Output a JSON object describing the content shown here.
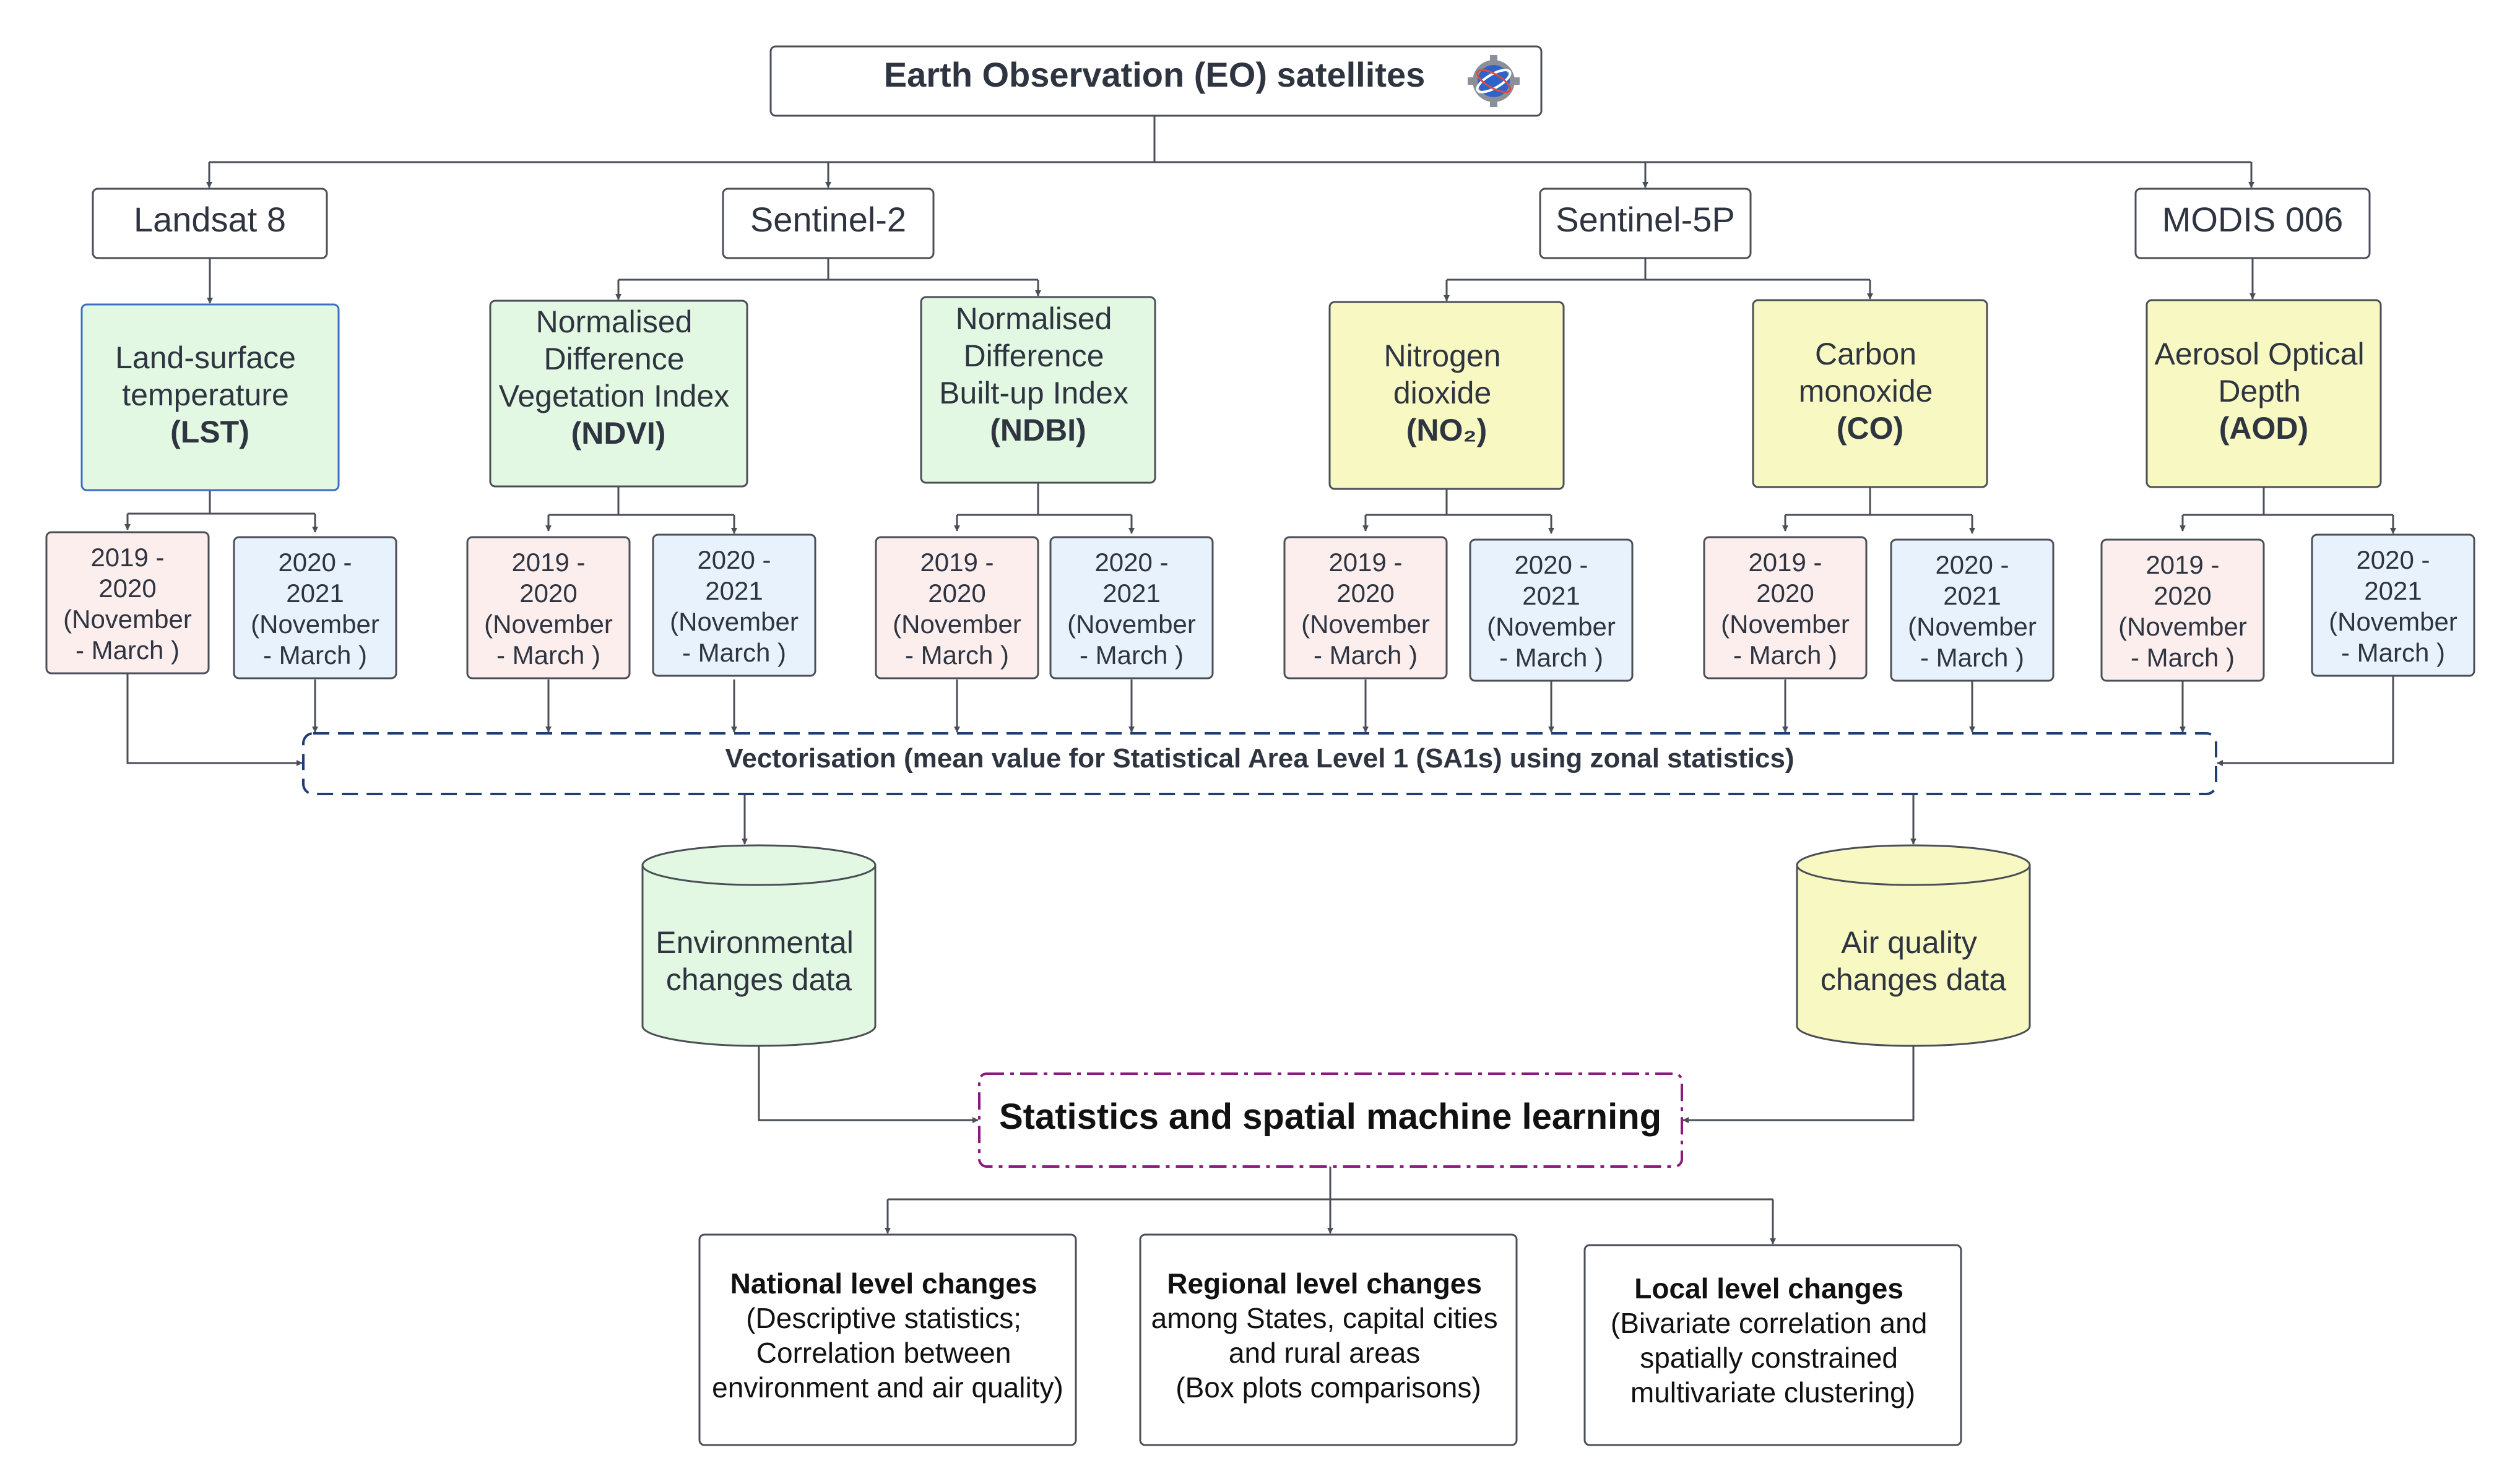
{
  "title": {
    "text": "Earth Observation (EO) satellites",
    "icon": "satellite-icon"
  },
  "satellites": [
    {
      "label": "Landsat 8"
    },
    {
      "label": "Sentinel-2"
    },
    {
      "label": "Sentinel-5P"
    },
    {
      "label": "MODIS 006"
    }
  ],
  "indices": [
    {
      "lines": [
        "Land-surface",
        "temperature"
      ],
      "abbr": "(LST)"
    },
    {
      "lines": [
        "Normalised",
        "Difference",
        "Vegetation Index"
      ],
      "abbr": "(NDVI)"
    },
    {
      "lines": [
        "Normalised",
        "Difference",
        "Built-up Index"
      ],
      "abbr": "(NDBI)"
    },
    {
      "lines": [
        "Nitrogen",
        "dioxide"
      ],
      "abbr": "(NO₂)"
    },
    {
      "lines": [
        "Carbon",
        "monoxide"
      ],
      "abbr": "(CO)"
    },
    {
      "lines": [
        "Aerosol Optical",
        "Depth"
      ],
      "abbr": "(AOD)"
    }
  ],
  "periods": {
    "p2019": [
      "2019 -",
      "2020",
      "(November",
      "- March )"
    ],
    "p2020": [
      "2020 -",
      "2021",
      "(November",
      "- March )"
    ]
  },
  "vectorisation": {
    "text": "Vectorisation (mean value for Statistical Area Level 1 (SA1s) using zonal statistics)"
  },
  "datastores": [
    {
      "lines": [
        "Environmental",
        "changes data"
      ]
    },
    {
      "lines": [
        "Air quality",
        "changes data"
      ]
    }
  ],
  "ml": {
    "text": "Statistics and spatial machine learning"
  },
  "outputs": [
    {
      "title": "National level changes",
      "lines": [
        "(Descriptive statistics;",
        "Correlation between",
        "environment and air quality)"
      ]
    },
    {
      "title": "Regional level changes",
      "lines": [
        "among States, capital cities",
        "and rural areas",
        "(Box plots comparisons)"
      ]
    },
    {
      "title": "Local level changes",
      "lines": [
        "(Bivariate correlation and",
        "spatially constrained",
        "multivariate clustering)"
      ]
    }
  ],
  "colors": {
    "line": "#4a4f57",
    "green_fill": "#e2f8e2",
    "yellow_fill": "#f8f8c2",
    "pink_fill": "#fdeeee",
    "blue_fill": "#e8f2fd",
    "blue_border": "#3a6fc4",
    "dash_blue": "#1f3f73",
    "dash_purple": "#8b1a7e"
  }
}
